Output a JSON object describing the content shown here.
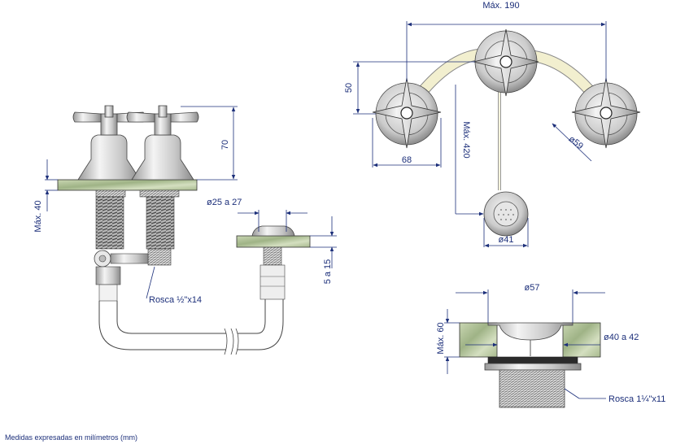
{
  "front_view": {
    "height_70": "70",
    "max_40": "Máx. 40",
    "diam_25_27": "ø25 a 27",
    "range_5_15": "5 a 15",
    "thread_half": "Rosca ½\"x14"
  },
  "top_view": {
    "max_190": "Máx. 190",
    "dim_50": "50",
    "max_420": "Máx. 420",
    "dim_68": "68",
    "diam_59": "ø59",
    "diam_41": "ø41"
  },
  "drain_view": {
    "diam_57": "ø57",
    "max_60": "Máx. 60",
    "diam_40_42": "ø40 a 42",
    "thread_1_1_4": "Rosca 1¼\"x11"
  },
  "footer_note": "Medidas expresadas en milímetros (mm)",
  "colors": {
    "dimension": "#1c2f7a",
    "marble": "#b9c9a0",
    "chrome": "#cfcfcf",
    "hose": "#f2efcf"
  }
}
